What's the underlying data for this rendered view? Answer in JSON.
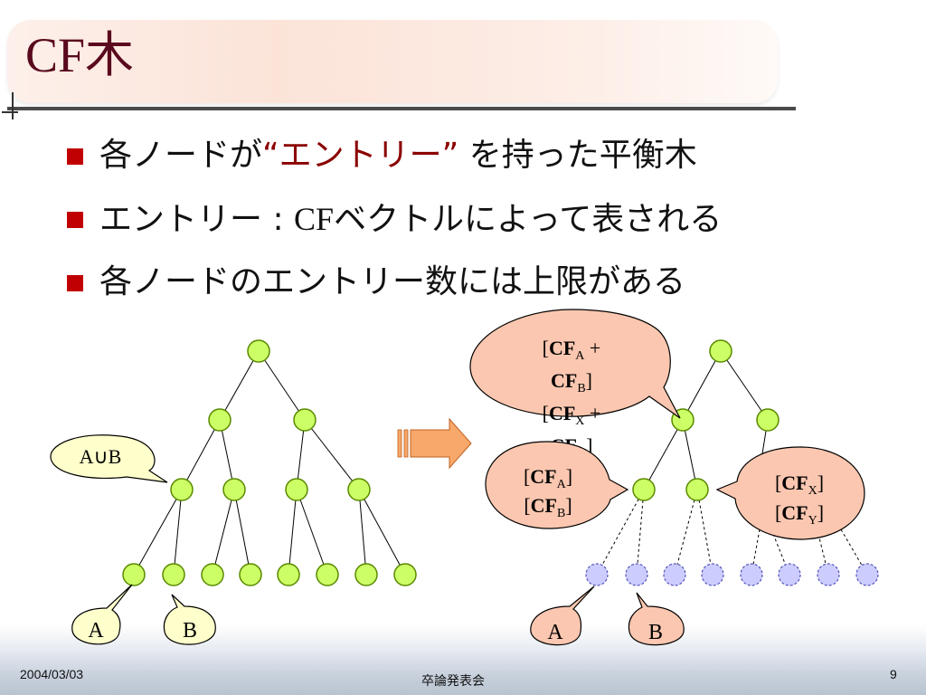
{
  "slide": {
    "title": "CF木",
    "bullets": [
      {
        "pre": "各ノードが",
        "highlight": "“エントリー”",
        "post": " を持った平衡木"
      },
      {
        "pre": "エントリー : ",
        "serif": "CF",
        "post": "ベクトルによって表される"
      },
      {
        "pre": "各ノードのエントリー数には上限がある"
      }
    ]
  },
  "diagram": {
    "left_callout": "A∪B",
    "left_leaf_a": "A",
    "left_leaf_b": "B",
    "right_leaf_a": "A",
    "right_leaf_b": "B",
    "top_callout": {
      "line1": {
        "open": "[",
        "cf": "CF",
        "sub": "A",
        "rest": " +"
      },
      "line2": {
        "cf": "CF",
        "sub": "B",
        "rest": "]"
      },
      "line3": {
        "open": "[",
        "cf": "CF",
        "sub": "X",
        "rest": " +"
      },
      "line4": {
        "cf": "CF",
        "sub": "Y",
        "rest": "]"
      }
    },
    "mid_callout": {
      "line1": {
        "open": "[",
        "cf": "CF",
        "sub": "A",
        "rest": "]"
      },
      "line2": {
        "open": "[",
        "cf": "CF",
        "sub": "B",
        "rest": "]"
      }
    },
    "right_callout": {
      "line1": {
        "open": "[",
        "cf": "CF",
        "sub": "X",
        "rest": "]"
      },
      "line2": {
        "open": "[",
        "cf": "CF",
        "sub": "Y",
        "rest": "]"
      }
    },
    "colors": {
      "node_fill": "#ccff66",
      "node_stroke": "#5a8a00",
      "ghost_fill": "#ccccff",
      "ghost_stroke": "#5555bb",
      "callout_fill": "#fbc7b0",
      "leaf_callout_fill": "#ffffcc",
      "arrow_fill": "#f7a86a"
    }
  },
  "footer": {
    "date": "2004/03/03",
    "center": "卒論発表会",
    "page": "9"
  }
}
